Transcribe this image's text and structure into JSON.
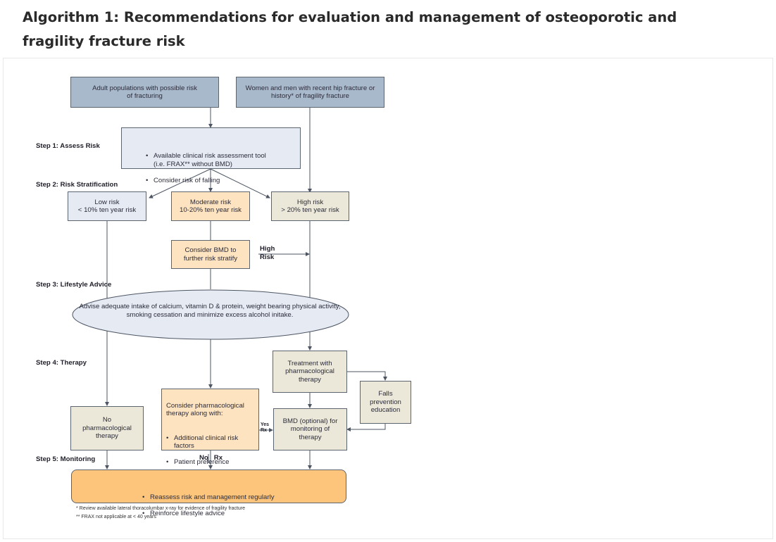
{
  "heading": "Algorithm 1: Recommendations for evaluation and management of osteoporotic and fragility fracture risk",
  "colors": {
    "entry_box": "#a9b9cc",
    "assessment_box": "#e5eaf3",
    "high_risk_box": "#ebe8d9",
    "moderate_box": "#fde3bf",
    "monitoring_box": "#fdc57c",
    "line": "#4d5563"
  },
  "entry": {
    "adult_populations": "Adult populations with possible risk\nof fracturing",
    "women_and_men": "Women and men with recent hip fracture or\nhistory* of fragility fracture"
  },
  "steps": {
    "step1": "Step 1: Assess Risk",
    "step2": "Step 2: Risk Stratification",
    "step3": "Step 3: Lifestyle Advice",
    "step4": "Step 4: Therapy",
    "step5": "Step 5: Monitoring"
  },
  "assess": {
    "items": [
      "Available clinical risk assessment tool\n(i.e. FRAX** without BMD)",
      "Consider risk of falling"
    ]
  },
  "risk": {
    "low": "Low risk\n< 10% ten year risk",
    "moderate": "Moderate risk\n10-20% ten year risk",
    "high": "High risk\n> 20% ten year risk"
  },
  "consider_bmd": "Consider BMD to\nfurther risk stratify",
  "high_risk_label": "High\nRisk",
  "lifestyle": "Advise adequate intake of calcium, vitamin D & protein, weight bearing physical activity, smoking cessation and minimize excess alcohol initake.",
  "therapy": {
    "treatment": "Treatment with\npharmacological\ntherapy",
    "falls": "Falls\nprevention\neducation",
    "no_pharm": "No\npharmacological\ntherapy",
    "consider_pharm_intro": "Consider pharmacological\ntherapy along with:",
    "consider_pharm_items": [
      "Additional clinical risk\nfactors",
      "Patient preference"
    ],
    "bmd_optional": "BMD (optional) for\nmonitoring of\ntherapy",
    "yes_rx": "Yes\nRx",
    "no_rx": "No   Rx"
  },
  "monitoring": {
    "items": [
      "Reassess risk and management regularly",
      "Reinforce lifestyle advice"
    ]
  },
  "footnotes": [
    "* Review available lateral thoracolumbar x-ray for evidence of fragility fracture",
    "** FRAX not applicable at < 40 years"
  ]
}
